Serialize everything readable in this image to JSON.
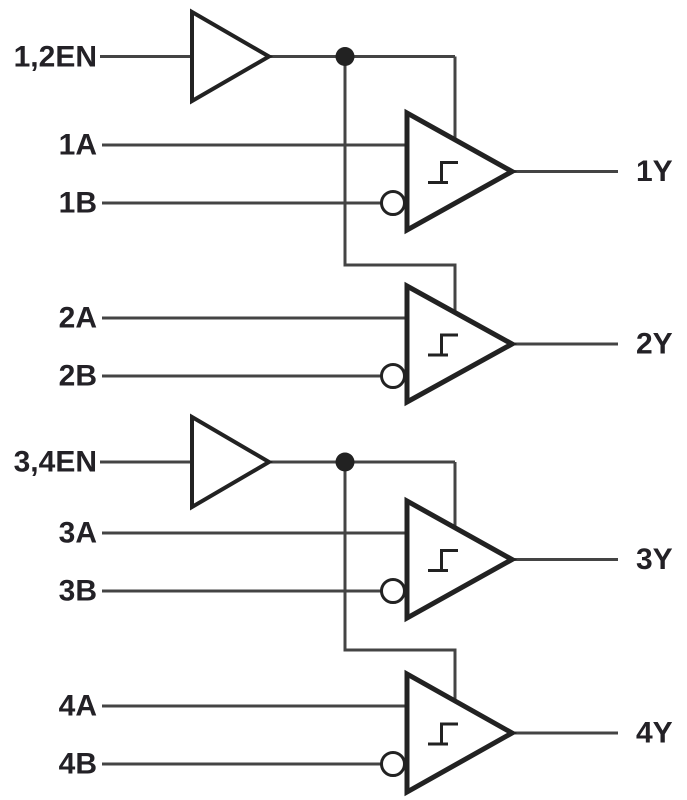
{
  "diagram": {
    "type": "logic-diagram",
    "colors": {
      "wire": "#444444",
      "component": "#222222",
      "text": "#232126",
      "background": "#ffffff"
    },
    "enables": [
      {
        "label": "1,2EN"
      },
      {
        "label": "3,4EN"
      }
    ],
    "gates": [
      {
        "input_a": "1A",
        "input_b": "1B",
        "output": "1Y"
      },
      {
        "input_a": "2A",
        "input_b": "2B",
        "output": "2Y"
      },
      {
        "input_a": "3A",
        "input_b": "3B",
        "output": "3Y"
      },
      {
        "input_a": "4A",
        "input_b": "4B",
        "output": "4Y"
      }
    ]
  }
}
